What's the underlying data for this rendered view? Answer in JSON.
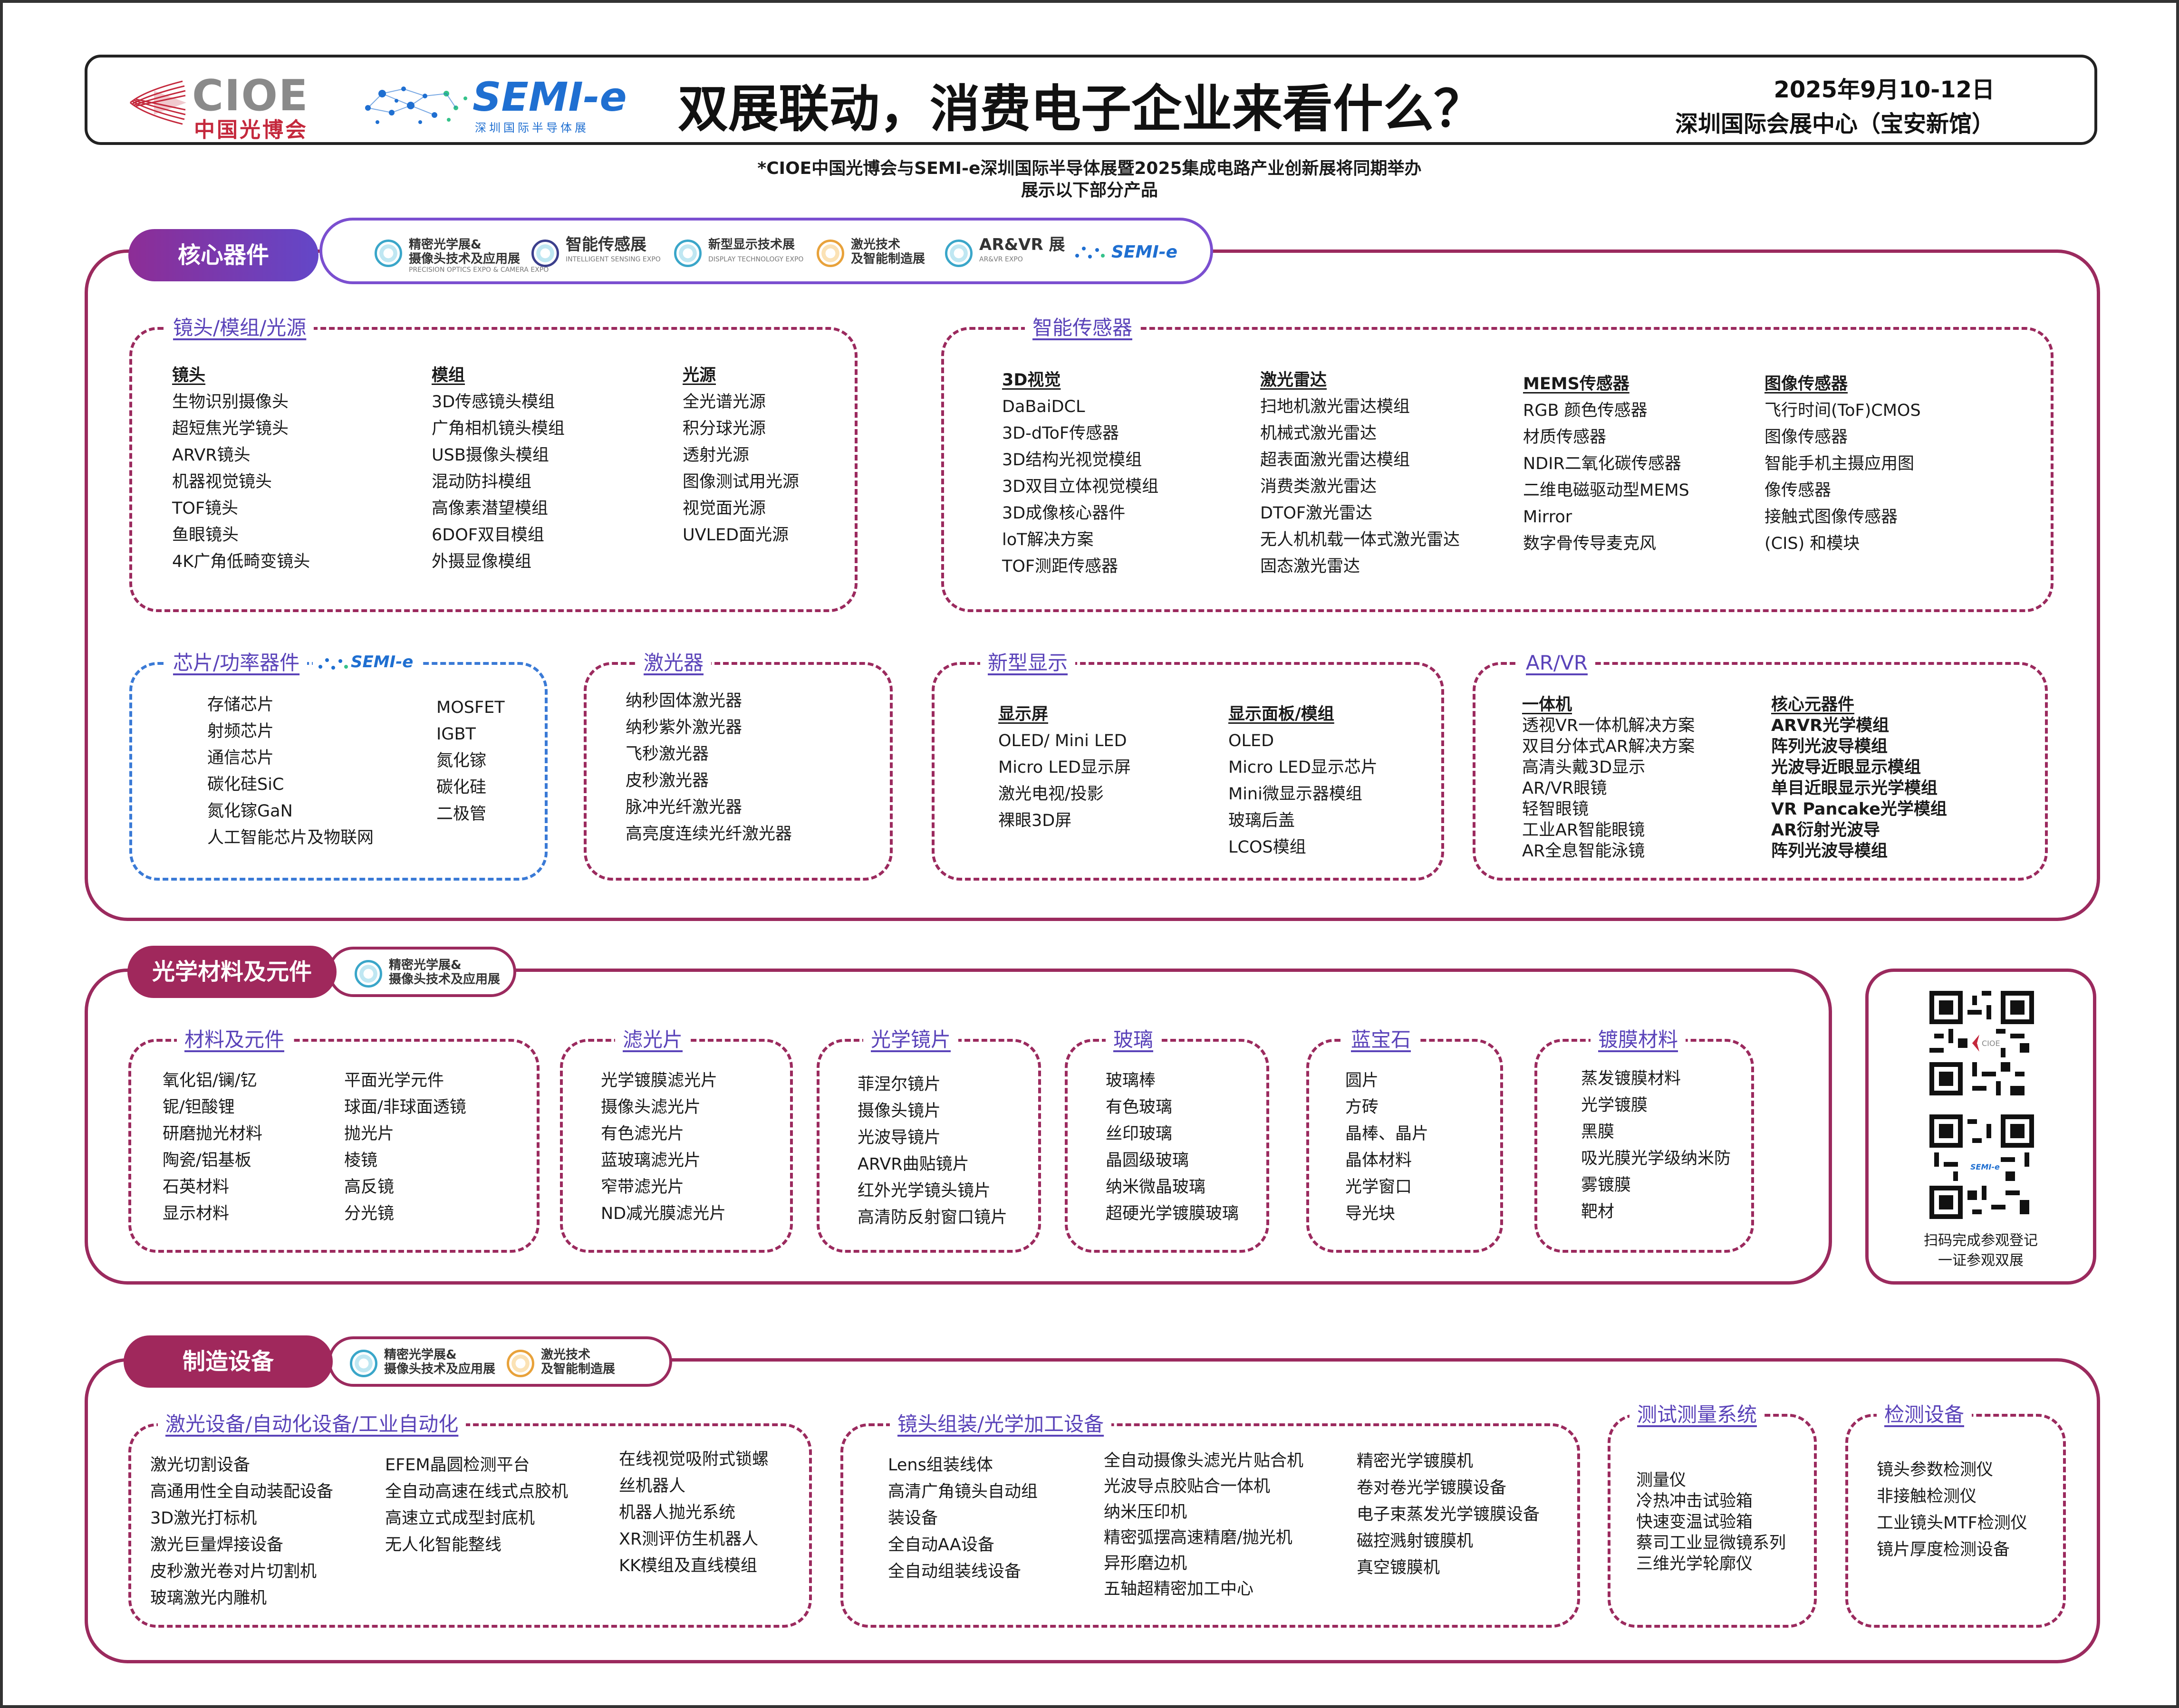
{
  "header": {
    "cioe_en": "CIOE",
    "cioe_cn": "中国光博会",
    "semi_en": "SEMI-e",
    "semi_cn": "深圳国际半导体展",
    "title": "双展联动，消费电子企业来看什么？",
    "date": "2025年9月10-12日",
    "venue": "深圳国际会展中心（宝安新馆）"
  },
  "note": {
    "line1": "*CIOE中国光博会与SEMI-e深圳国际半导体展暨2025集成电路产业创新展将同期举办",
    "line2": "展示以下部分产品"
  },
  "expos": {
    "precision": {
      "t1": "精密光学展&",
      "t1b": "摄像头技术及应用展",
      "t2": "PRECISION OPTICS EXPO & CAMERA EXPO"
    },
    "sensing": {
      "t1": "智能传感展",
      "t2": "INTELLIGENT SENSING EXPO"
    },
    "display": {
      "t1": "新型显示技术展",
      "t2": "DISPLAY TECHNOLOGY EXPO"
    },
    "laser": {
      "t1": "激光技术",
      "t1b": "及智能制造展"
    },
    "arvr": {
      "t1": "AR&VR 展",
      "t2": "AR&VR EXPO"
    },
    "semi": {
      "t1": "SEMI-e"
    }
  },
  "sections": {
    "core": {
      "label": "核心器件",
      "lens_group": {
        "title": "镜头/模组/光源",
        "lens": {
          "heading": "镜头",
          "items": [
            "生物识别摄像头",
            "超短焦光学镜头",
            "ARVR镜头",
            "机器视觉镜头",
            "TOF镜头",
            "鱼眼镜头",
            "4K广角低畸变镜头"
          ]
        },
        "module": {
          "heading": "模组",
          "items": [
            "3D传感镜头模组",
            "广角相机镜头模组",
            "USB摄像头模组",
            "混动防抖模组",
            "高像素潜望模组",
            "6DOF双目模组",
            "外摄显像模组"
          ]
        },
        "light": {
          "heading": "光源",
          "items": [
            "全光谱光源",
            "积分球光源",
            "透射光源",
            "图像测试用光源",
            "视觉面光源",
            "UVLED面光源"
          ]
        }
      },
      "sensor_group": {
        "title": "智能传感器",
        "vision": {
          "heading": "3D视觉",
          "items": [
            "DaBaiDCL",
            "3D-dToF传感器",
            "3D结构光视觉模组",
            "3D双目立体视觉模组",
            "3D成像核心器件",
            "loT解决方案",
            "TOF测距传感器"
          ]
        },
        "lidar": {
          "heading": "激光雷达",
          "items": [
            "扫地机激光雷达模组",
            "机械式激光雷达",
            "超表面激光雷达模组",
            "消费类激光雷达",
            "DTOF激光雷达",
            "无人机机载一体式激光雷达",
            "固态激光雷达"
          ]
        },
        "mems": {
          "heading": "MEMS传感器",
          "items": [
            "RGB 颜色传感器",
            "材质传感器",
            "NDIR二氧化碳传感器",
            "二维电磁驱动型MEMS",
            "Mirror",
            "数字骨传导麦克风"
          ]
        },
        "image": {
          "heading": "图像传感器",
          "items": [
            "飞行时间(ToF)CMOS",
            "图像传感器",
            "智能手机主摄应用图",
            "像传感器",
            "接触式图像传感器",
            "(CIS) 和模块"
          ]
        }
      },
      "chip_group": {
        "title": "芯片/功率器件",
        "left": [
          "存储芯片",
          "射频芯片",
          "通信芯片",
          "碳化硅SiC",
          "氮化镓GaN",
          "人工智能芯片及物联网"
        ],
        "right": [
          "MOSFET",
          "IGBT",
          "氮化镓",
          "碳化硅",
          "二极管"
        ]
      },
      "laser_group": {
        "title": "激光器",
        "items": [
          "纳秒固体激光器",
          "纳秒紫外激光器",
          "飞秒激光器",
          "皮秒激光器",
          "脉冲光纤激光器",
          "高亮度连续光纤激光器"
        ]
      },
      "display_group": {
        "title": "新型显示",
        "screen": {
          "heading": "显示屏",
          "items": [
            "OLED/ Mini LED",
            "Micro LED显示屏",
            "激光电视/投影",
            "裸眼3D屏"
          ]
        },
        "panel": {
          "heading": "显示面板/模组",
          "items": [
            "OLED",
            "Micro LED显示芯片",
            "Mini微显示器模组",
            "玻璃后盖",
            "LCOS模组"
          ]
        }
      },
      "arvr_group": {
        "title": "AR/VR",
        "aio": {
          "heading": "一体机",
          "items": [
            "透视VR一体机解决方案",
            "双目分体式AR解决方案",
            "高清头戴3D显示",
            "AR/VR眼镜",
            "轻智眼镜",
            "工业AR智能眼镜",
            "AR全息智能泳镜"
          ]
        },
        "core": {
          "heading": "核心元器件",
          "items": [
            "ARVR光学模组",
            "阵列光波导模组",
            "光波导近眼显示模组",
            "单目近眼显示光学模组",
            "VR Pancake光学模组",
            "AR衍射光波导",
            "阵列光波导模组"
          ]
        }
      }
    },
    "optics": {
      "label": "光学材料及元件",
      "material": {
        "title": "材料及元件",
        "left": [
          "氧化铝/镧/钇",
          "铌/钽酸锂",
          "研磨抛光材料",
          "陶瓷/铝基板",
          "石英材料",
          "显示材料"
        ],
        "right": [
          "平面光学元件",
          "球面/非球面透镜",
          "抛光片",
          "棱镜",
          "高反镜",
          "分光镜"
        ]
      },
      "filter": {
        "title": "滤光片",
        "items": [
          "光学镀膜滤光片",
          "摄像头滤光片",
          "有色滤光片",
          "蓝玻璃滤光片",
          "窄带滤光片",
          "ND减光膜滤光片"
        ]
      },
      "lens": {
        "title": "光学镜片",
        "items": [
          "菲涅尔镜片",
          "摄像头镜片",
          "光波导镜片",
          "ARVR曲贴镜片",
          "红外光学镜头镜片",
          "高清防反射窗口镜片"
        ]
      },
      "glass": {
        "title": "玻璃",
        "items": [
          "玻璃棒",
          "有色玻璃",
          "丝印玻璃",
          "晶圆级玻璃",
          "纳米微晶玻璃",
          "超硬光学镀膜玻璃"
        ]
      },
      "sapphire": {
        "title": "蓝宝石",
        "items": [
          "圆片",
          "方砖",
          "晶棒、晶片",
          "晶体材料",
          "光学窗口",
          "导光块"
        ]
      },
      "coating": {
        "title": "镀膜材料",
        "items": [
          "蒸发镀膜材料",
          "光学镀膜",
          "黑膜",
          "吸光膜光学级纳米防",
          "雾镀膜",
          "靶材"
        ]
      }
    },
    "qr": {
      "text1": "扫码完成参观登记",
      "text2": "一证参观双展"
    },
    "mfg": {
      "label": "制造设备",
      "laser_auto": {
        "title": "激光设备/自动化设备/工业自动化",
        "c1": [
          "激光切割设备",
          "高通用性全自动装配设备",
          "3D激光打标机",
          "激光巨量焊接设备",
          "皮秒激光卷对片切割机",
          "玻璃激光内雕机"
        ],
        "c2": [
          "EFEM晶圆检测平台",
          "全自动高速在线式点胶机",
          "高速立式成型封底机",
          "无人化智能整线"
        ],
        "c3": [
          "在线视觉吸附式锁螺",
          "丝机器人",
          "机器人抛光系统",
          "XR测评仿生机器人",
          "KK模组及直线模组"
        ]
      },
      "lens_asm": {
        "title": "镜头组装/光学加工设备",
        "c1": [
          "Lens组装线体",
          "高清广角镜头自动组",
          "装设备",
          "全自动AA设备",
          "全自动组装线设备"
        ],
        "c2": [
          "全自动摄像头滤光片贴合机",
          "光波导点胶贴合一体机",
          "纳米压印机",
          "精密弧摆高速精磨/抛光机",
          "异形磨边机",
          "五轴超精密加工中心"
        ],
        "c3": [
          "精密光学镀膜机",
          "卷对卷光学镀膜设备",
          "电子束蒸发光学镀膜设备",
          "磁控溅射镀膜机",
          "真空镀膜机"
        ]
      },
      "test": {
        "title": "测试测量系统",
        "items": [
          "测量仪",
          "冷热冲击试验箱",
          "快速变温试验箱",
          "蔡司工业显微镜系列",
          "三维光学轮廓仪"
        ]
      },
      "inspect": {
        "title": "检测设备",
        "items": [
          "镜头参数检测仪",
          "非接触检测仪",
          "工业镜头MTF检测仪",
          "镜片厚度检测设备"
        ]
      }
    }
  },
  "colors": {
    "accent": "#9b2a5e",
    "title_purple": "#5a43b9",
    "semi_blue": "#1f6fd1",
    "cioe_red": "#c4283c"
  }
}
